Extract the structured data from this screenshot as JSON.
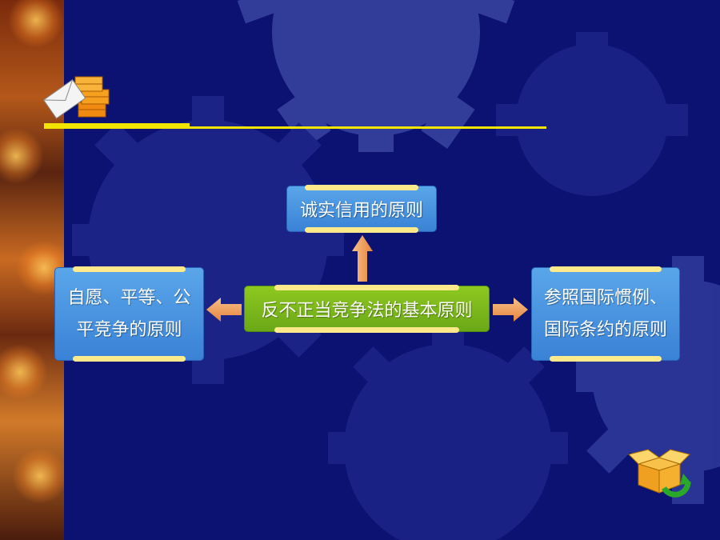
{
  "diagram": {
    "center": {
      "label": "反不正当竞争法的基本原则"
    },
    "top": {
      "label": "诚实信用的原则"
    },
    "left": {
      "line1": "自愿、平等、公",
      "line2": "平竞争的原则"
    },
    "right": {
      "line1": "参照国际惯例、",
      "line2": "国际条约的原则"
    }
  },
  "icons": {
    "top_left": "mail-boxes-icon",
    "bottom_right": "open-box-return-icon"
  },
  "colors": {
    "background": "#0c1272",
    "gear": "#2a3390",
    "accent_line": "#f2e600",
    "node_blue": "#4a92e0",
    "node_green": "#7ab81c",
    "node_trim": "#ffe98a",
    "arrow": "#f2a05a"
  }
}
